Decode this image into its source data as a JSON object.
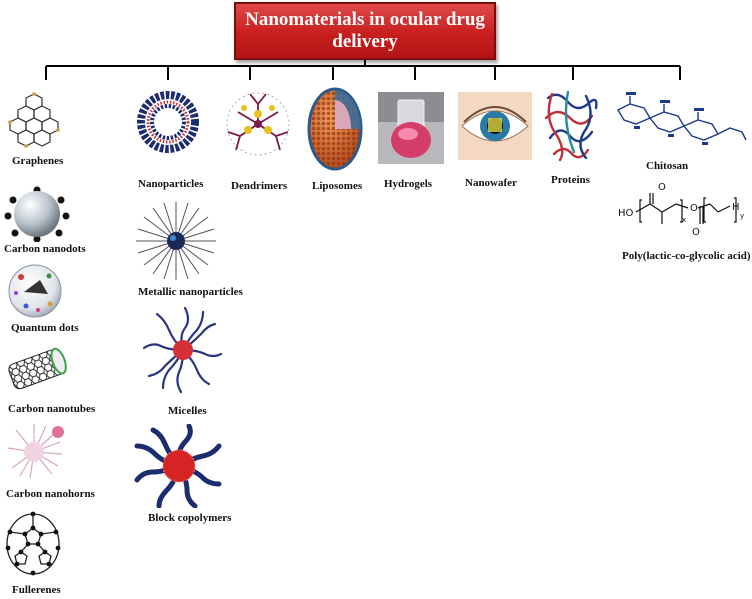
{
  "title": "Nanomaterials in ocular drug delivery",
  "carbon_column": [
    "Graphenes",
    "Carbon nanodots",
    "Quantum dots",
    "Carbon nanotubes",
    "Carbon nanohorns",
    "Fullerenes"
  ],
  "nano_column": [
    "Nanoparticles",
    "Metallic nanoparticles",
    "Micelles",
    "Block copolymers"
  ],
  "top_row": [
    "Dendrimers",
    "Liposomes",
    "Hydrogels",
    "Nanowafer",
    "Proteins"
  ],
  "polymers": [
    "Chitosan",
    "Poly(lactic-co-glycolic acid)"
  ],
  "colors": {
    "title_fill": "#c81e1e",
    "line": "#000000"
  }
}
